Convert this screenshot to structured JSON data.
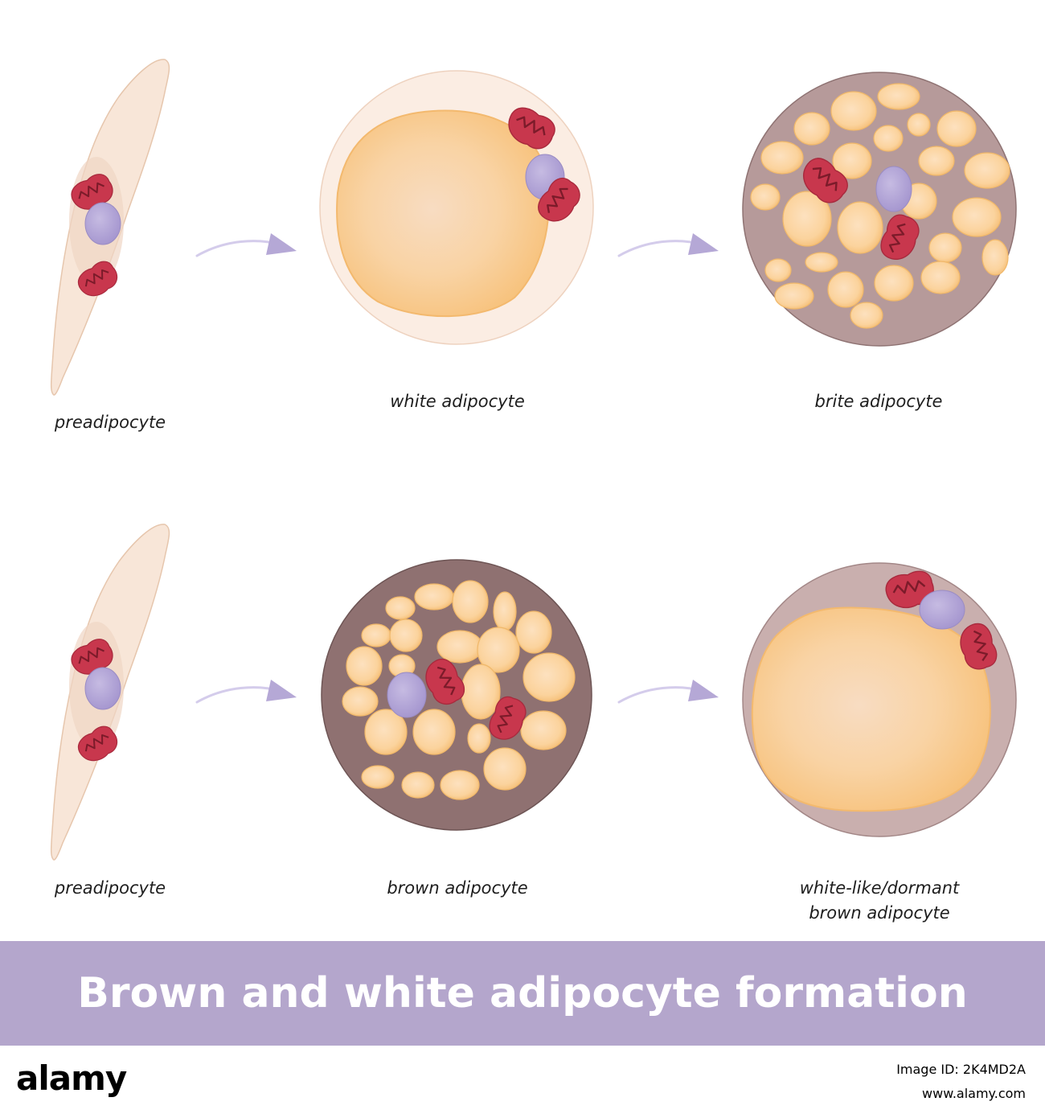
{
  "labels": {
    "top_preadipocyte": "preadipocyte",
    "white_adipocyte": "white adipocyte",
    "brite_adipocyte": "brite adipocyte",
    "bottom_preadipocyte": "preadipocyte",
    "brown_adipocyte": "brown adipocyte",
    "dormant_line1": "white-like/dormant",
    "dormant_line2": "brown adipocyte"
  },
  "title": "Brown and white adipocyte formation",
  "footer": {
    "logo": "alamy",
    "image_id": "Image ID: 2K4MD2A",
    "site": "www.alamy.com"
  },
  "colors": {
    "banner": "#b4a6cc",
    "preadipocyte_cell": "#f8e6d8",
    "lipid": "#f9cf8e",
    "brown_cytoplasm": "#a88a8c",
    "nucleus": "#b8a9d8",
    "mitochondria": "#c93a4e",
    "arrow": "#b9add8"
  },
  "icons": [
    "preadipocyte-cell",
    "white-adipocyte-cell",
    "brite-adipocyte-cell",
    "brown-adipocyte-cell",
    "dormant-adipocyte-cell",
    "arrow-icon"
  ]
}
